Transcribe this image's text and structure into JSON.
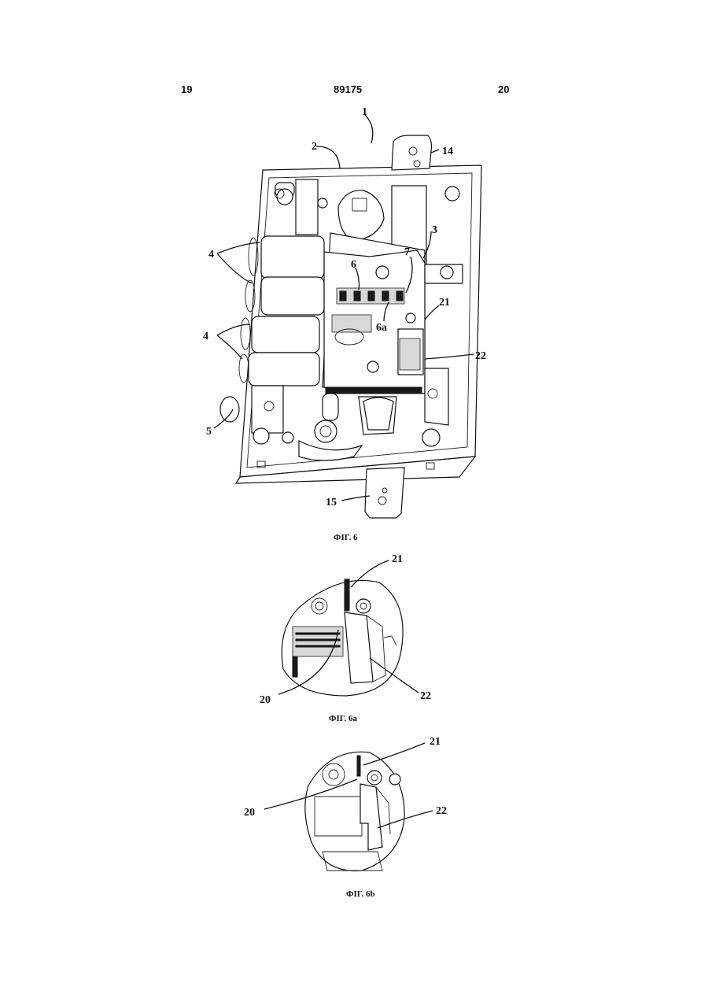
{
  "header": {
    "left_page": "19",
    "doc_number": "89175",
    "right_page": "20"
  },
  "figures": [
    {
      "caption": "ФІГ. 6",
      "labels": {
        "l1": "1",
        "l2": "2",
        "l3": "3",
        "l4a": "4",
        "l4b": "4",
        "l5": "5",
        "l6": "6",
        "l6a": "6a",
        "l7": "7",
        "l14": "14",
        "l15": "15",
        "l21": "21",
        "l22": "22"
      }
    },
    {
      "caption": "ФІГ. 6а",
      "labels": {
        "l20": "20",
        "l21": "21",
        "l22": "22"
      }
    },
    {
      "caption": "ФІГ. 6b",
      "labels": {
        "l20": "20",
        "l21": "21",
        "l22": "22"
      }
    }
  ]
}
